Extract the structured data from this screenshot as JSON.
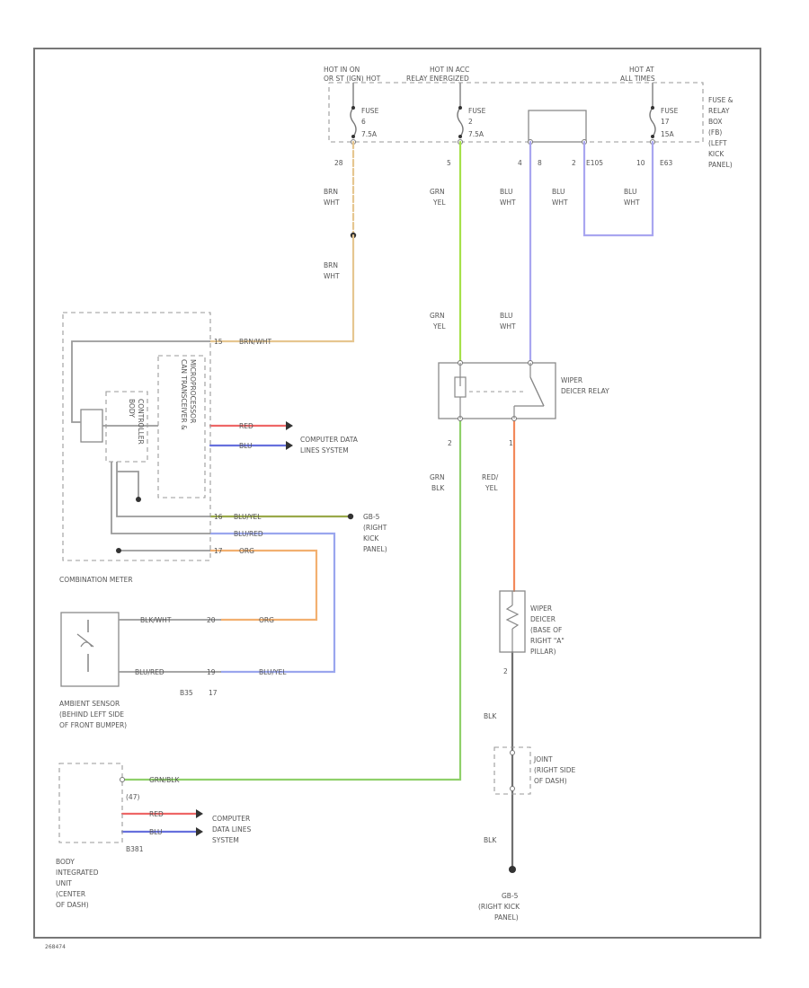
{
  "colors": {
    "brn_wht": "#e6c690",
    "grn_yel": "#a6e14a",
    "grn_blk": "#8fd06a",
    "blu_wht": "#a9a6f0",
    "red_yel": "#f2895a",
    "red": "#ee6666",
    "blu": "#6670dd",
    "blu_yel": "#9aa94a",
    "blu_red": "#9aa6ee",
    "org": "#f2b070",
    "blk": "#707070",
    "frame": "#777777"
  },
  "labels": {
    "hot_run_start": "HOT IN ON",
    "hot_run_start_2": "OR ST (IGN) HOT",
    "hot_relay": "HOT IN ACC",
    "hot_relay_2": "RELAY ENERGIZED",
    "hot_all": "HOT AT",
    "hot_all_2": "ALL TIMES",
    "fuse1": "FUSE",
    "fuse1_num": "6",
    "fuse1_amp": "7.5A",
    "fuse2": "FUSE",
    "fuse2_num": "2",
    "fuse2_amp": "7.5A",
    "fuse3": "FUSE",
    "fuse3_num": "17",
    "fuse3_amp": "15A",
    "fuse_box": [
      "FUSE &",
      "RELAY",
      "BOX",
      "(FB)",
      "(LEFT",
      "KICK",
      "PANEL)"
    ],
    "pin_28": "28",
    "pin_5": "5",
    "pin_4": "4",
    "pin_8": "8",
    "pin_2": "2",
    "pin_e105": "E105",
    "pin_10": "10",
    "pin_e63": "E63",
    "w1a": "BRN",
    "w1b": "WHT",
    "w2a": "GRN",
    "w2b": "YEL",
    "w3a": "BLU",
    "w3b": "WHT",
    "w4a": "BLU",
    "w4b": "WHT",
    "w5a": "BLU",
    "w5b": "WHT",
    "w6a": "BRN",
    "w6b": "WHT",
    "w7a": "GRN",
    "w7b": "YEL",
    "w8a": "BLU",
    "w8b": "WHT",
    "relay_name": "WIPER",
    "relay_name_2": "DEICER RELAY",
    "relay_pin_2": "2",
    "relay_pin_1": "1",
    "w9a": "GRN",
    "w9b": "BLK",
    "w10a": "RED/",
    "w10b": "YEL",
    "meter_pin_15": "15",
    "meter_brn_wht": "BRN/WHT",
    "meter_red": "RED",
    "meter_blu": "BLU",
    "computer_data": "COMPUTER DATA",
    "computer_data_2": "LINES SYSTEM",
    "meter_pin_16": "16",
    "meter_blu_yel": "BLU/YEL",
    "meter_blu_red": "BLU/RED",
    "meter_pin_17": "17",
    "meter_org": "ORG",
    "gb_name": "GB-5",
    "gb_name_2": "(RIGHT",
    "gb_name_3": "KICK",
    "gb_name_4": "PANEL)",
    "transceiver": "CAN TRANSCEIVER &",
    "transceiver_2": "MICROPROCESSOR",
    "body_side": "BODY",
    "body_side_2": "CONTROLLER",
    "comb_meter": "COMBINATION METER",
    "amb_blk_wht": "BLK/WHT",
    "amb_blu_red": "BLU/RED",
    "amb_pin_20": "20",
    "amb_pin_19": "19",
    "amb_org": "ORG",
    "amb_blu_yel": "BLU/YEL",
    "amb_code": "B35",
    "amb_code_2": "17",
    "amb_name": "AMBIENT SENSOR",
    "amb_name_2": "(BEHIND LEFT SIDE",
    "amb_name_3": "OF FRONT BUMPER)",
    "deicer": "WIPER",
    "deicer_2": "DEICER",
    "deicer_3": "(BASE OF",
    "deicer_4": "RIGHT \"A\"",
    "deicer_5": "PILLAR)",
    "deicer_pin": "2",
    "blk1": "BLK",
    "joint": "JOINT",
    "joint_2": "(RIGHT SIDE",
    "joint_3": "OF DASH)",
    "blk2": "BLK",
    "gb_bottom": "GB-5",
    "gb_bottom_2": "(RIGHT KICK",
    "gb_bottom_3": "PANEL)",
    "biu_grn_blk": "GRN/BLK",
    "biu_pin": "(47)",
    "biu_red": "RED",
    "biu_blu": "BLU",
    "biu_code": "B381",
    "biu_computer": "COMPUTER",
    "biu_computer_2": "DATA LINES",
    "biu_computer_3": "SYSTEM",
    "biu_name": "BODY",
    "biu_name_2": "INTEGRATED",
    "biu_name_3": "UNIT",
    "biu_name_4": "(CENTER",
    "biu_name_5": "OF DASH)",
    "diagram_code": "268474"
  }
}
